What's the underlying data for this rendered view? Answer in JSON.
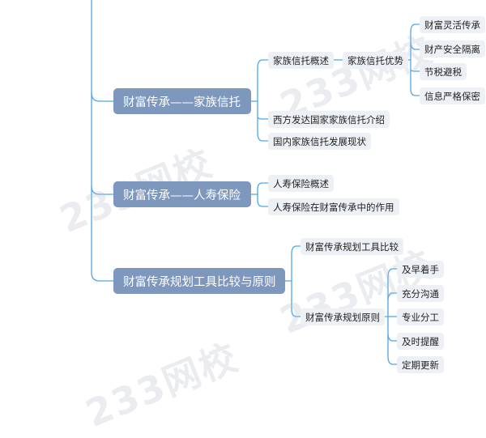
{
  "branches": [
    {
      "id": "b1",
      "label": "财富传承——家族信托",
      "children": [
        {
          "id": "b1c1",
          "label": "家族信托概述",
          "children": [
            {
              "id": "b1c1a",
              "label": "家族信托优势",
              "children": [
                {
                  "id": "b1c1a1",
                  "label": "财富灵活传承"
                },
                {
                  "id": "b1c1a2",
                  "label": "财产安全隔离"
                },
                {
                  "id": "b1c1a3",
                  "label": "节税避税"
                },
                {
                  "id": "b1c1a4",
                  "label": "信息严格保密"
                }
              ]
            }
          ]
        },
        {
          "id": "b1c2",
          "label": "西方发达国家家族信托介绍"
        },
        {
          "id": "b1c3",
          "label": "国内家族信托发展现状"
        }
      ]
    },
    {
      "id": "b2",
      "label": "财富传承——人寿保险",
      "children": [
        {
          "id": "b2c1",
          "label": "人寿保险概述"
        },
        {
          "id": "b2c2",
          "label": "人寿保险在财富传承中的作用"
        }
      ]
    },
    {
      "id": "b3",
      "label": "财富传承规划工具比较与原则",
      "children": [
        {
          "id": "b3c1",
          "label": "财富传承规划工具比较"
        },
        {
          "id": "b3c2",
          "label": "财富传承规划原则",
          "children": [
            {
              "id": "b3c2a1",
              "label": "及早着手"
            },
            {
              "id": "b3c2a2",
              "label": "充分沟通"
            },
            {
              "id": "b3c2a3",
              "label": "专业分工"
            },
            {
              "id": "b3c2a4",
              "label": "及时提醒"
            },
            {
              "id": "b3c2a5",
              "label": "定期更新"
            }
          ]
        }
      ]
    }
  ],
  "watermark": {
    "text": "233网校",
    "color": "#b4bac8"
  },
  "colors": {
    "connector": "#4da6e8",
    "main_node": "#7e97bd",
    "sub_node": "#edf0f5"
  }
}
